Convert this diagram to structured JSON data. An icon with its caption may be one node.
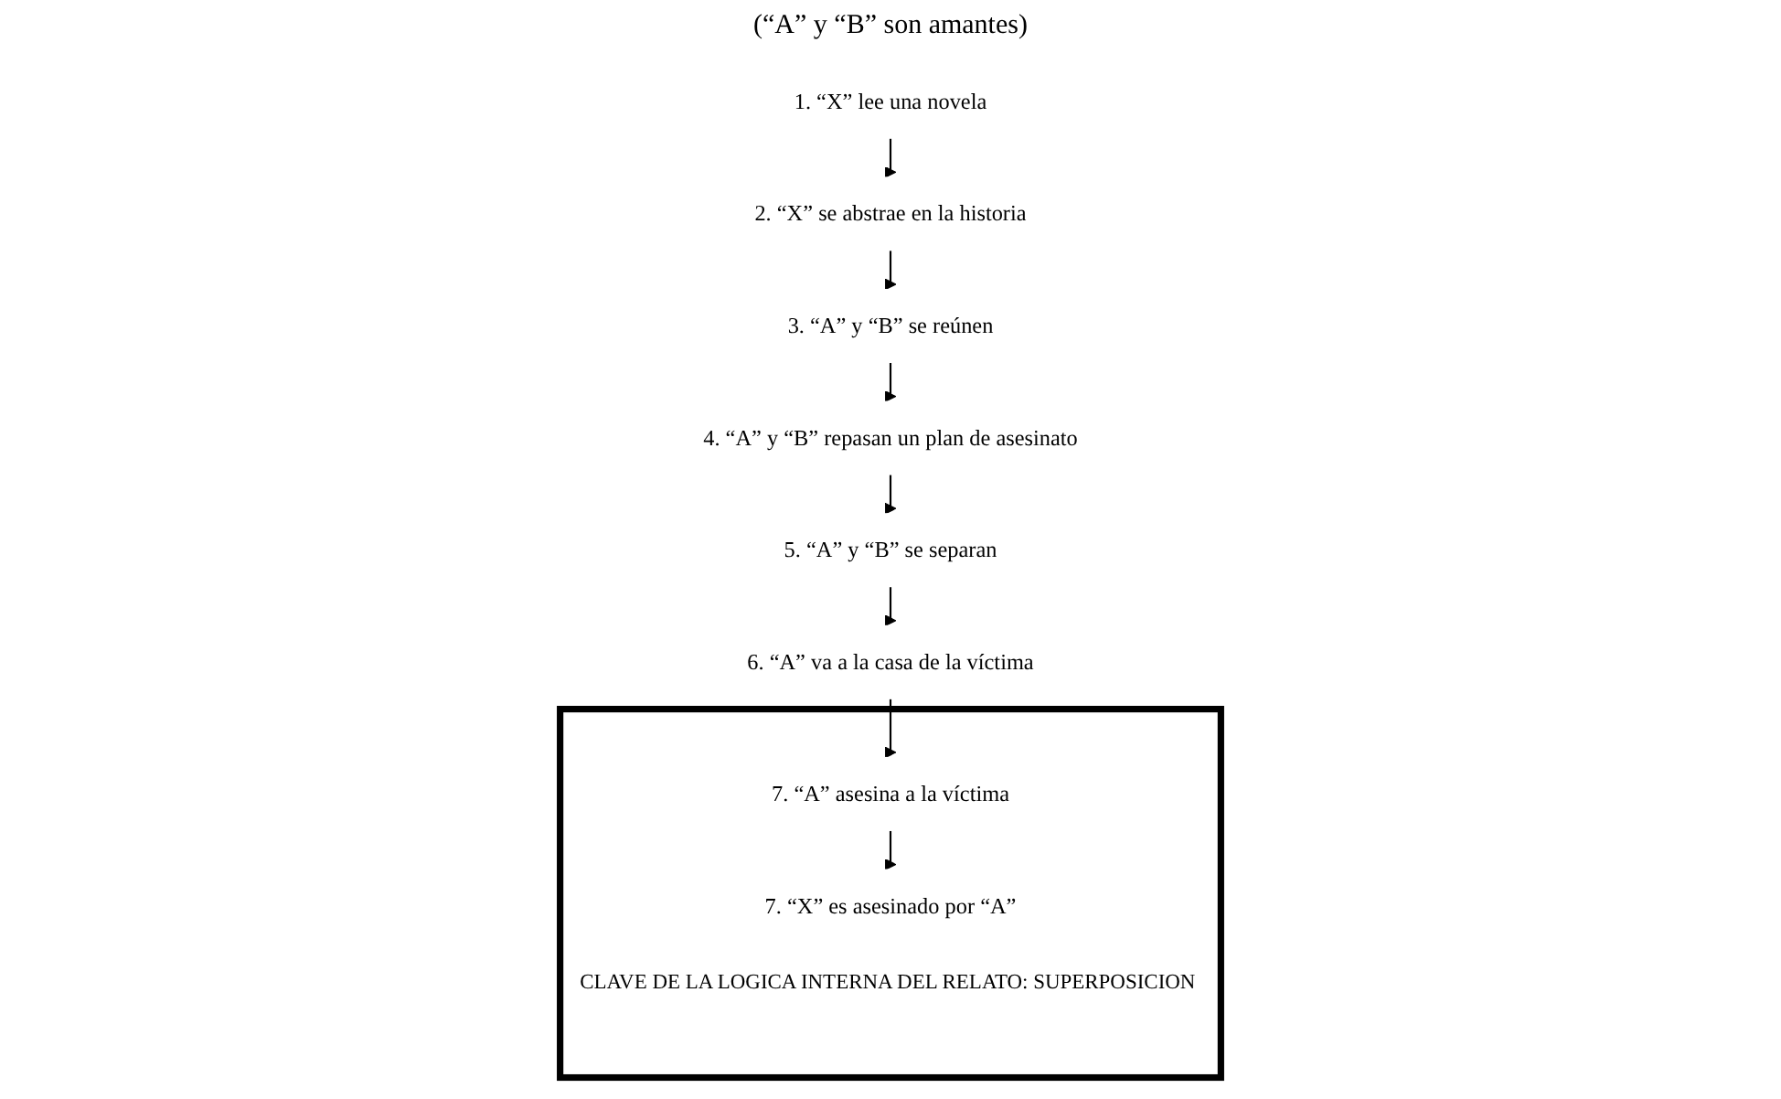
{
  "diagram": {
    "nodes": [
      {
        "text": [
          "1. “X” lee una novela"
        ]
      },
      {
        "text": [
          "2. “X” se abstrae en la historia"
        ]
      },
      {
        "text": [
          "3. “A” y “B” se reúnen"
        ]
      },
      {
        "text": [
          "4. “A” y “B” repasan un plan de asesinato"
        ]
      },
      {
        "text": [
          "5. “A” y “B” se separan"
        ]
      },
      {
        "text": [
          "6. “A” va a la casa de la víctima"
        ]
      },
      {
        "text": [
          "CLAVE DE LA LOGICA INTERNA DEL RELATO: SUPERPOSICION"
        ]
      },
      {
        "text": [
          "7. “A” asesina a la víctima"
        ],
        "in": 6
      },
      {
        "text": [
          "7. “X” es asesinado por “A”"
        ],
        "in": 6
      }
    ],
    "edges": [
      {
        "from": 0,
        "to": 1,
        "arrow": "to"
      },
      {
        "from": 1,
        "to": 2,
        "arrow": "to"
      },
      {
        "from": 2,
        "to": 3,
        "arrow": "to"
      },
      {
        "from": 3,
        "to": 4,
        "arrow": "to"
      },
      {
        "from": 4,
        "to": 5,
        "arrow": "to"
      },
      {
        "from": 5,
        "to": 7,
        "arrow": "to"
      },
      {
        "from": 7,
        "to": 8,
        "arrow": "to"
      }
    ],
    "labels": [
      "(“A” y “B” son amantes)"
    ]
  }
}
